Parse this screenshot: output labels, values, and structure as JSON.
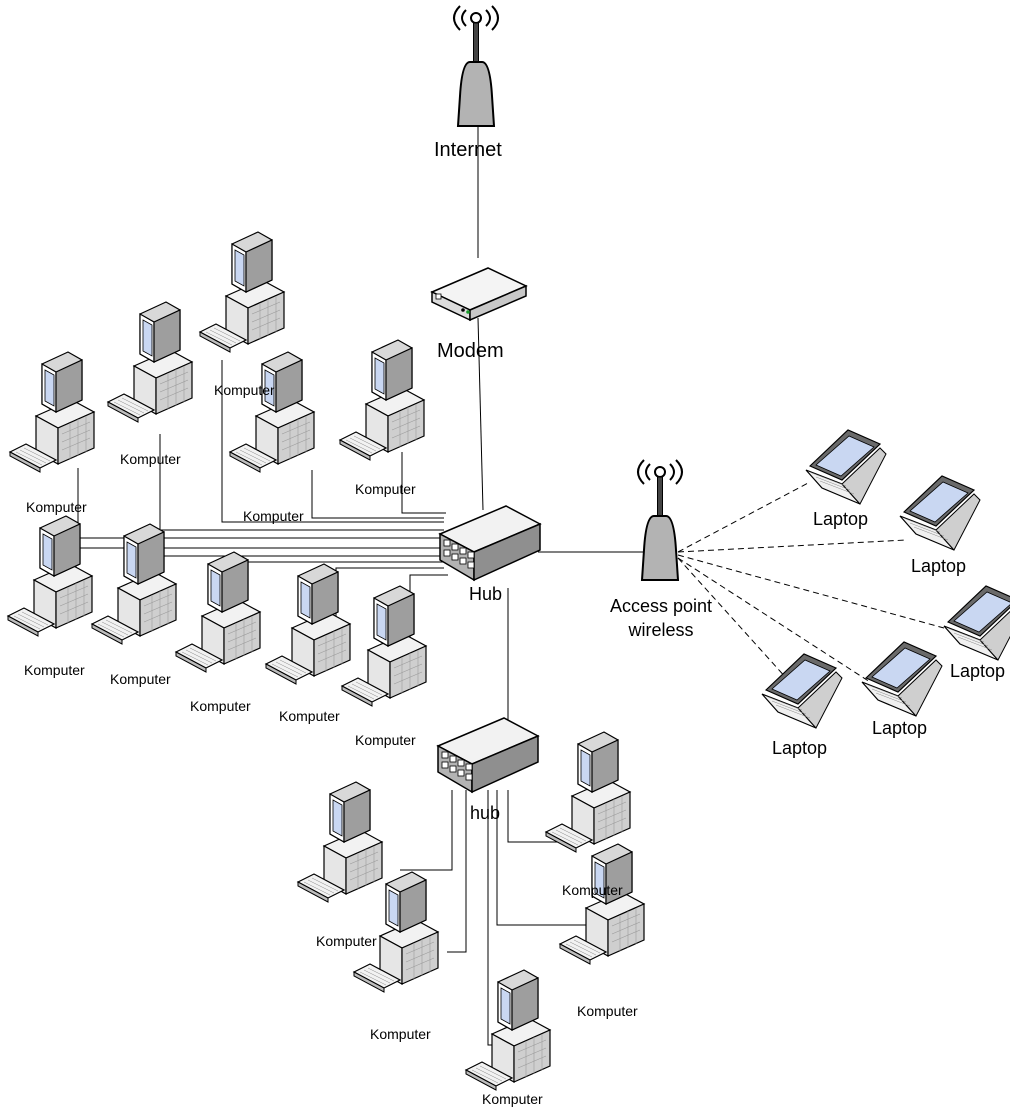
{
  "labels": {
    "internet": "Internet",
    "modem": "Modem",
    "hub_main": "Hub",
    "hub_secondary": "hub",
    "access_point_line1": "Access point",
    "access_point_line2": "wireless",
    "computer": "Komputer",
    "laptop": "Laptop",
    "laptop_clipped": "Laptop"
  },
  "colors": {
    "line": "#000000",
    "device_gray": "#b3b3b3",
    "device_light": "#ececec",
    "device_dark": "#666666",
    "screen_blue": "#c9d7f2",
    "background": "#ffffff"
  },
  "icons": {
    "internet": "antenna-icon",
    "modem": "modem-icon",
    "hub": "hub-icon",
    "access_point": "antenna-icon",
    "computer": "desktop-computer-icon",
    "laptop": "laptop-icon"
  }
}
